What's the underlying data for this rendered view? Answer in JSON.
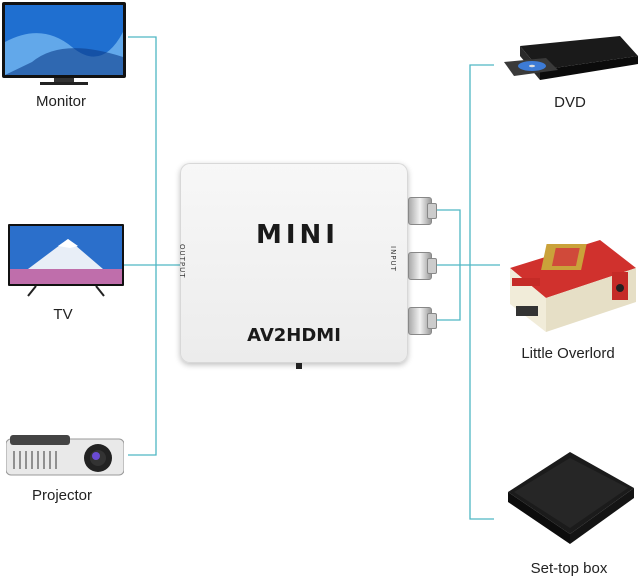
{
  "converter": {
    "brand_text": "MINI",
    "model_text": "AV2HDMI",
    "output_port_label": "OUTPUT",
    "input_port_label": "INPUT"
  },
  "outputs": [
    {
      "label": "Monitor",
      "icon": "monitor-icon"
    },
    {
      "label": "TV",
      "icon": "tv-icon"
    },
    {
      "label": "Projector",
      "icon": "projector-icon"
    }
  ],
  "inputs": [
    {
      "label": "DVD",
      "icon": "dvd-player-icon"
    },
    {
      "label": "Little Overlord",
      "icon": "game-console-icon"
    },
    {
      "label": "Set-top box",
      "icon": "set-top-box-icon"
    }
  ],
  "colors": {
    "wire": "#4fb7c4",
    "screen_blue": "#1f6fd0",
    "console_red": "#d0312d"
  }
}
